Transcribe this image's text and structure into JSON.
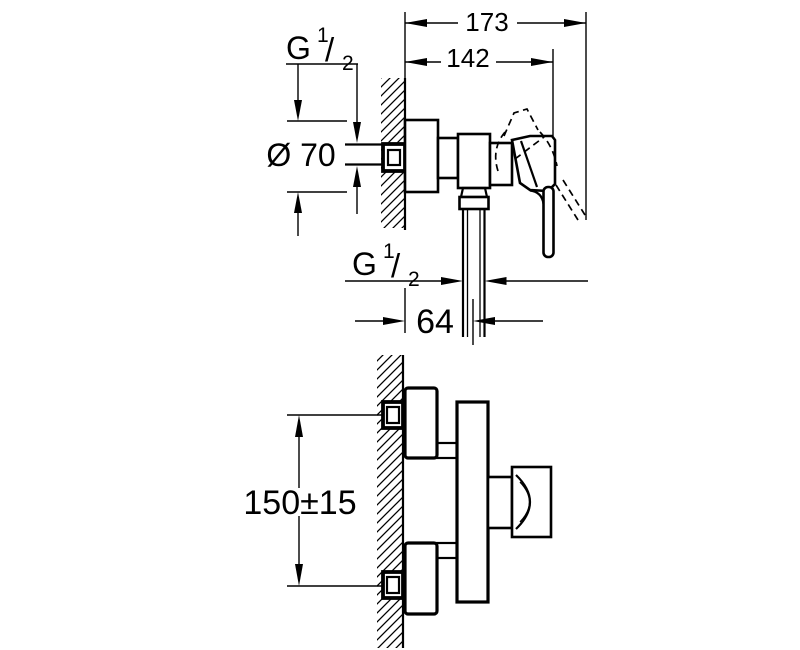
{
  "colors": {
    "ink": "#000000",
    "background": "#ffffff"
  },
  "side_view": {
    "dim_overall_depth": "173",
    "dim_depth_to_handle": "142",
    "inlet_thread": {
      "base": "G",
      "numerator": "1",
      "slash": "/",
      "denominator": "2"
    },
    "dim_escutcheon_diameter": "Ø 70",
    "outlet_thread": {
      "base": "G",
      "numerator": "1",
      "slash": "/",
      "denominator": "2"
    },
    "dim_outlet_offset": "64"
  },
  "plan_view": {
    "dim_inlet_spacing": "150±15"
  }
}
